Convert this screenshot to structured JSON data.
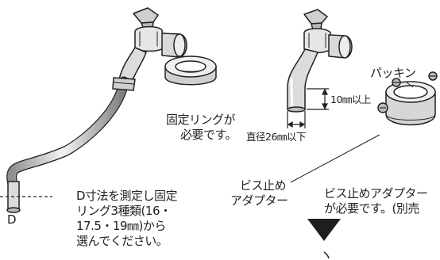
{
  "labels": {
    "fixing_ring": [
      "固定リングが",
      "必要です。"
    ],
    "d_label": "D",
    "d_instruction": [
      "D寸法を測定し固定",
      "リング3種類(16・",
      "17.5・19㎜)から",
      "選んでください。"
    ],
    "packing": "パッキン",
    "ten_mm": "10㎜以上",
    "diameter": "直径26㎜以下",
    "screw_adapter": [
      "ビス止め",
      "アダプター"
    ],
    "screw_adapter_needed": [
      "ビス止めアダプター",
      "が必要です。(別売"
    ]
  },
  "icons": [
    "faucet-long-spout-icon",
    "fixing-ring-icon",
    "faucet-short-spout-icon",
    "screw-adapter-icon",
    "down-arrow-icon"
  ],
  "colors": {
    "line": "#222222",
    "fill_light": "#f2f2f2",
    "fill_mid": "#d0d0d0",
    "fill_dark": "#9a9a9a"
  }
}
